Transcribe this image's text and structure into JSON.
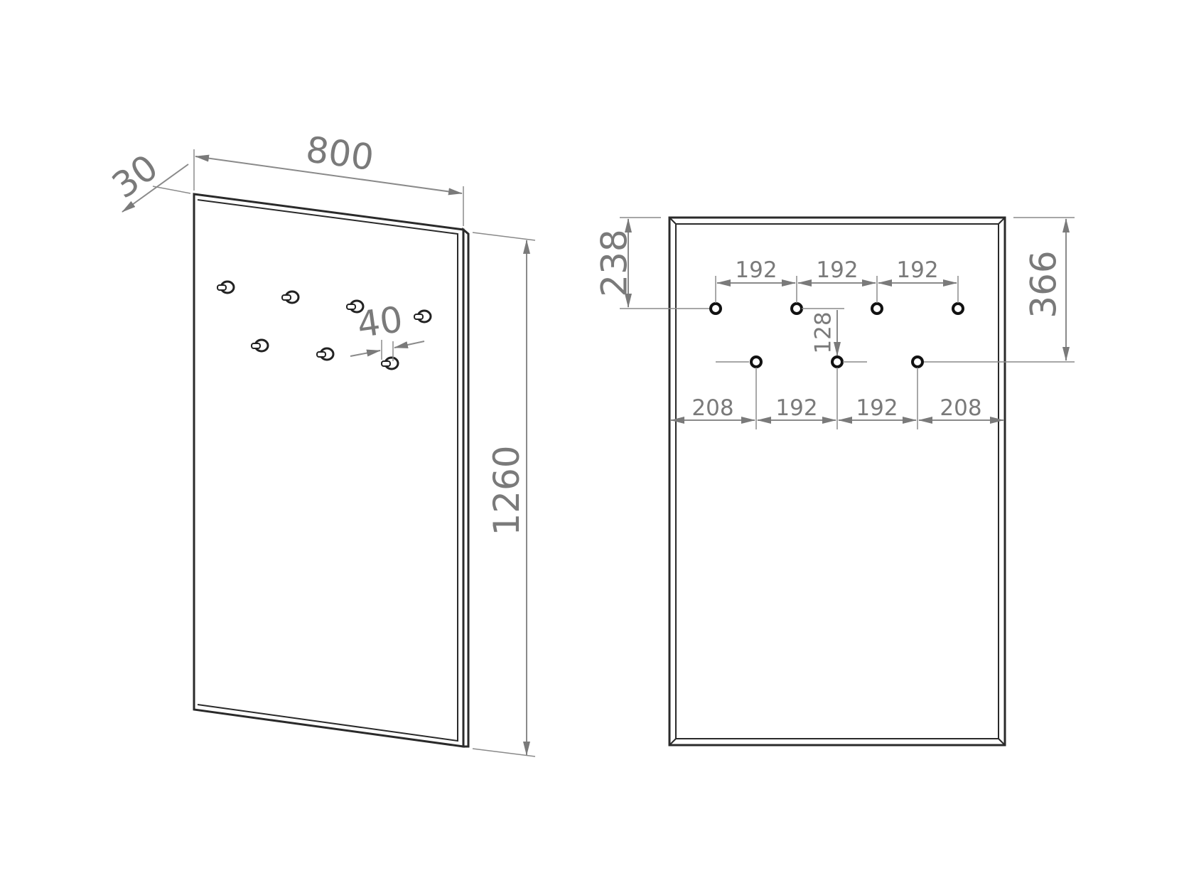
{
  "perspective_view": {
    "width_label": "800",
    "depth_label": "30",
    "height_label": "1260",
    "hook_spacing_label": "40"
  },
  "front_view": {
    "top_to_row1_label": "238",
    "top_to_row2_label": "366",
    "row_gap_label": "128",
    "row1_spacings": [
      "192",
      "192",
      "192"
    ],
    "row2_spacings": [
      "208",
      "192",
      "192",
      "208"
    ]
  },
  "colors": {
    "outline": "#2a2a2a",
    "dimension": "#7a7a7a"
  }
}
